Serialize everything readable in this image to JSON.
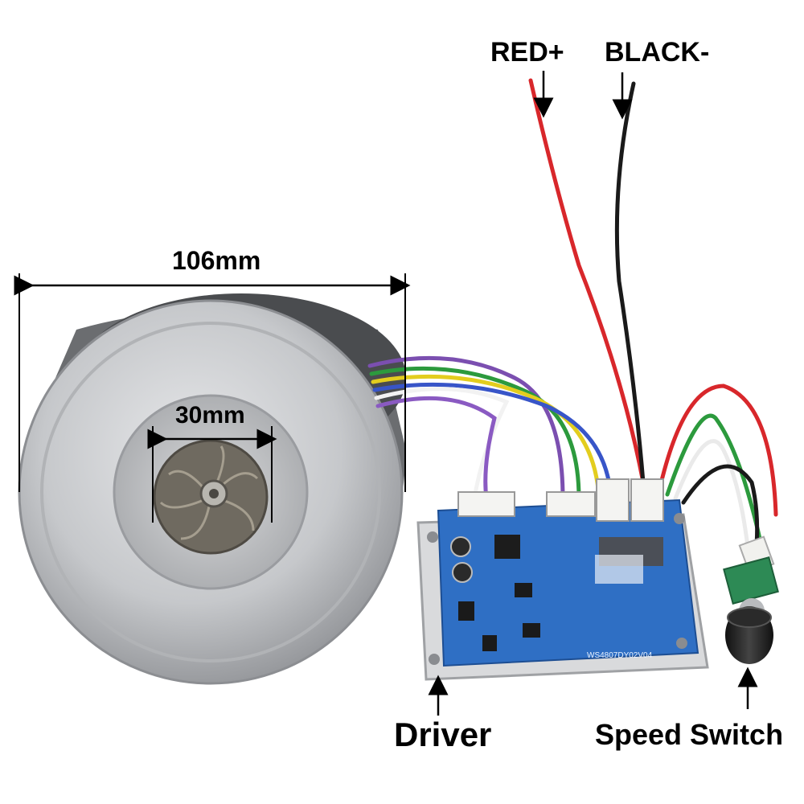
{
  "labels": {
    "red_wire": "RED+",
    "black_wire": "BLACK-",
    "outer_diameter": "106mm",
    "inner_diameter": "30mm",
    "driver": "Driver",
    "speed_switch": "Speed Switch",
    "board_marking": "WS4807DY02V04"
  },
  "colors": {
    "red_wire": "#d8272b",
    "black_wire": "#1a1a1a",
    "board": "#2f6fc4",
    "housing": "#c8c9cb",
    "arrow": "#000000"
  }
}
